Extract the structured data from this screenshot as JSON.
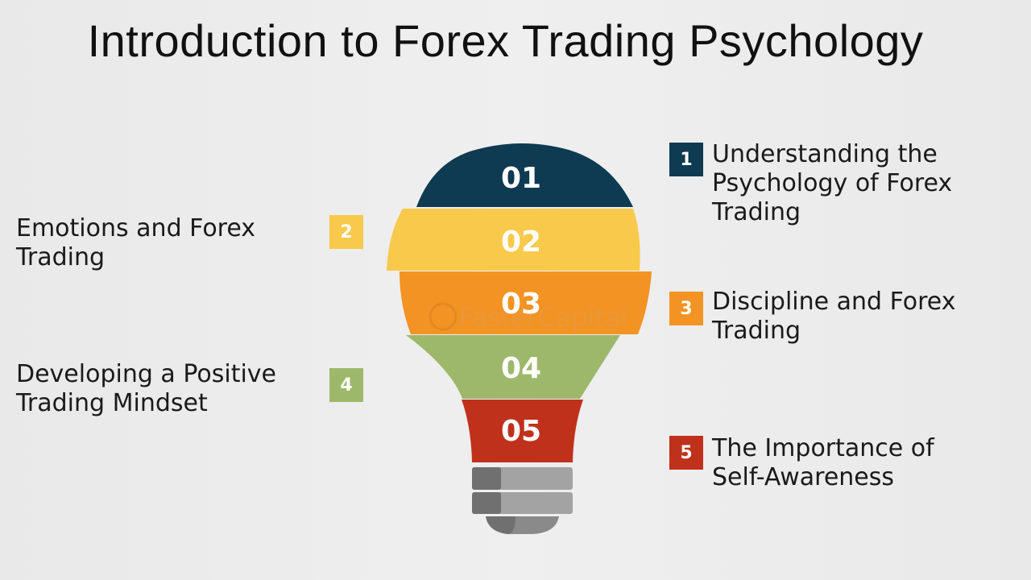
{
  "title": "Introduction to Forex Trading Psychology",
  "watermark": "FasterCapital",
  "steps": [
    {
      "badge": "1",
      "segment": "01",
      "label_line1": "Understanding the",
      "label_line2": "Psychology of Forex",
      "label_line3": "Trading",
      "color": "#0e3a52"
    },
    {
      "badge": "2",
      "segment": "02",
      "label_line1": "Emotions and Forex",
      "label_line2": "Trading",
      "color": "#f9c94c"
    },
    {
      "badge": "3",
      "segment": "03",
      "label_line1": "Discipline and Forex",
      "label_line2": "Trading",
      "color": "#f39323"
    },
    {
      "badge": "4",
      "segment": "04",
      "label_line1": "Developing a Positive",
      "label_line2": "Trading Mindset",
      "color": "#9db86a"
    },
    {
      "badge": "5",
      "segment": "05",
      "label_line1": "The Importance of",
      "label_line2": "Self-Awareness",
      "color": "#c0311c"
    }
  ],
  "base_colors": {
    "dark": "#707070",
    "light": "#a3a3a3"
  }
}
